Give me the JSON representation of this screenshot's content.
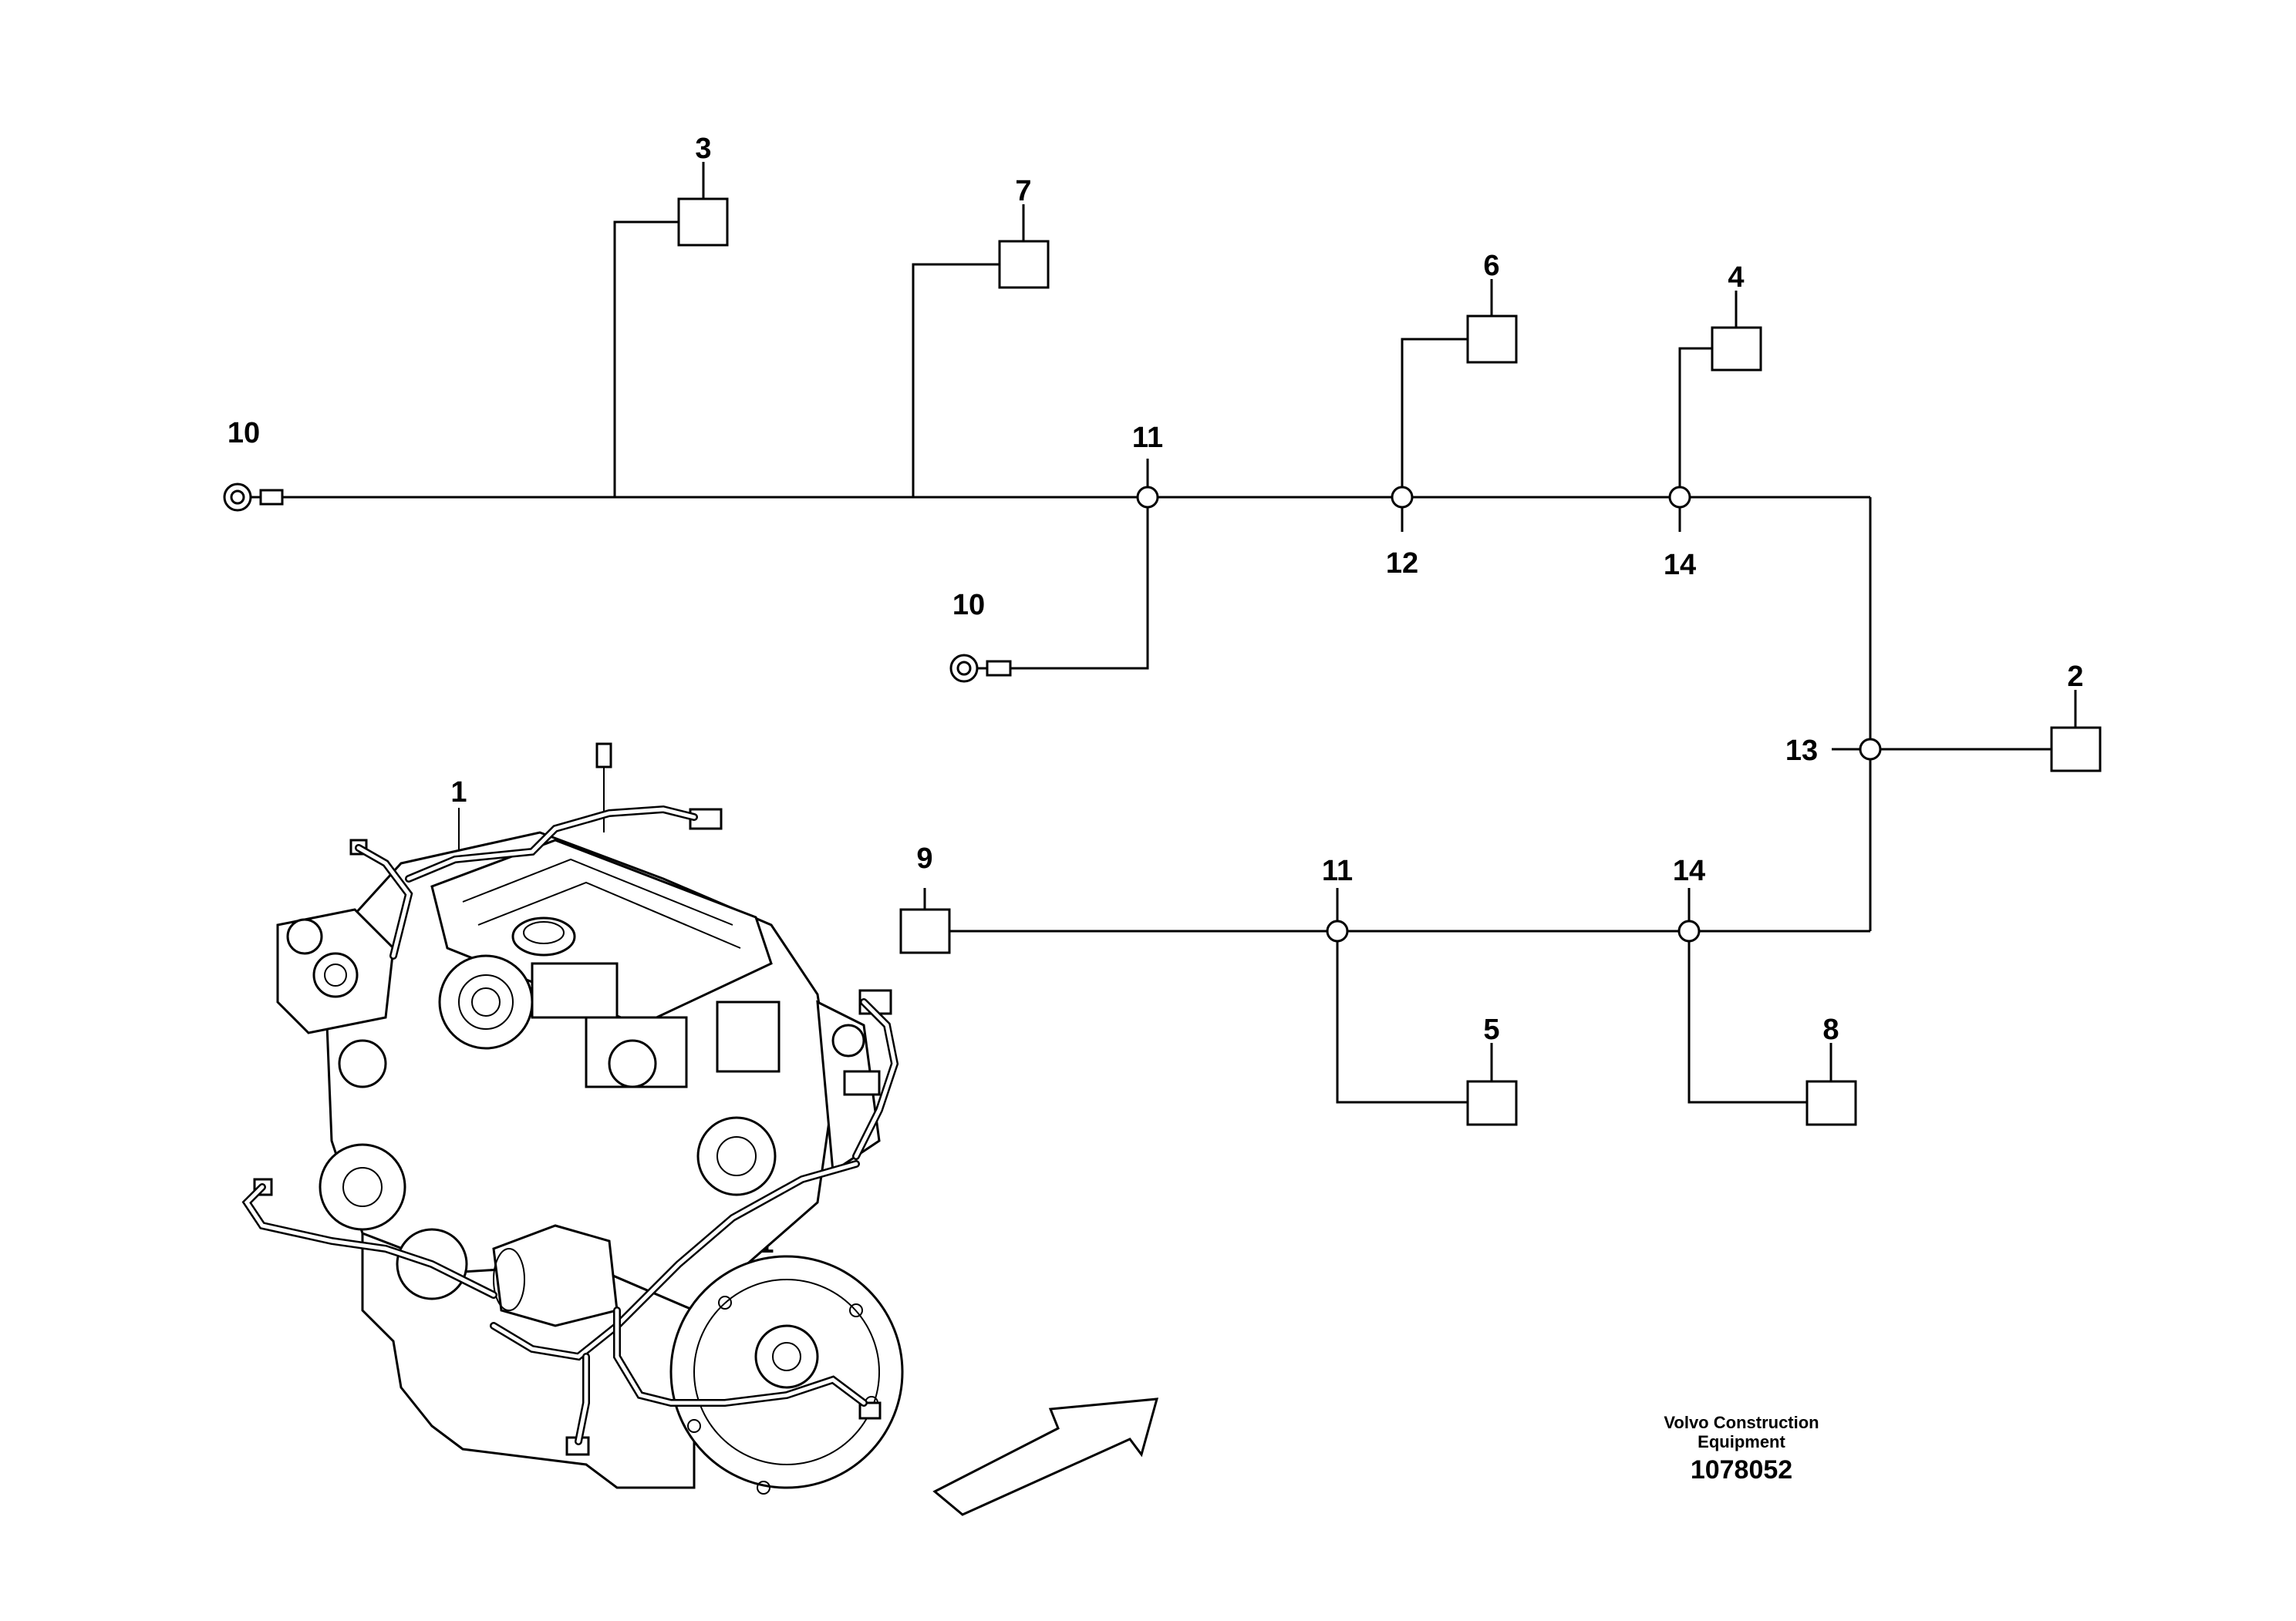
{
  "callouts": {
    "c1_top": "1",
    "c1_bottom": "1",
    "c2": "2",
    "c3": "3",
    "c4": "4",
    "c5": "5",
    "c6": "6",
    "c7": "7",
    "c8": "8",
    "c9": "9",
    "c10_left": "10",
    "c10_mid": "10",
    "c11_top": "11",
    "c11_bottom": "11",
    "c12": "12",
    "c13": "13",
    "c14_top": "14",
    "c14_bottom": "14"
  },
  "caption": {
    "line1": "Volvo Construction",
    "line2": "Equipment",
    "code": "1078052"
  },
  "icons": {
    "engine": "engine-illustration",
    "arrow": "view-direction-arrow"
  }
}
